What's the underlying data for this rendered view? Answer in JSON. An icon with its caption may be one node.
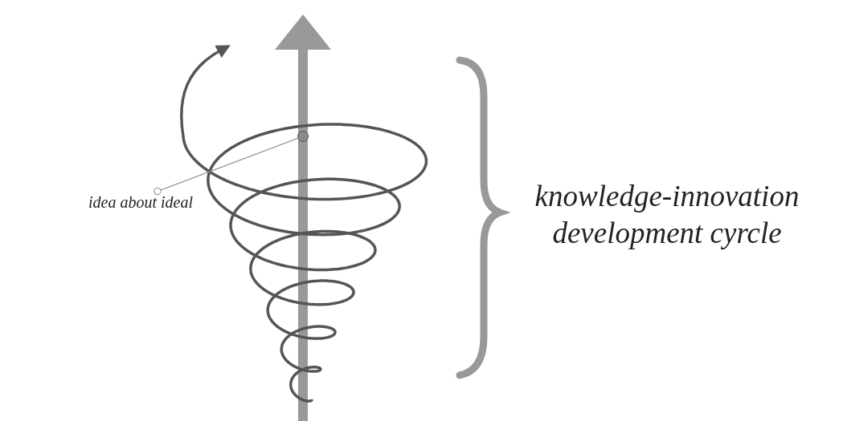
{
  "diagram": {
    "nodes": [
      {
        "text": [
          "idea about ideal"
        ]
      },
      {
        "text": [],
        "shape": "circle"
      }
    ],
    "edges": [
      {
        "from": 0,
        "to": 1,
        "arrow": "other"
      }
    ],
    "labels": [
      "knowledge-innovation development cyrcle"
    ]
  }
}
